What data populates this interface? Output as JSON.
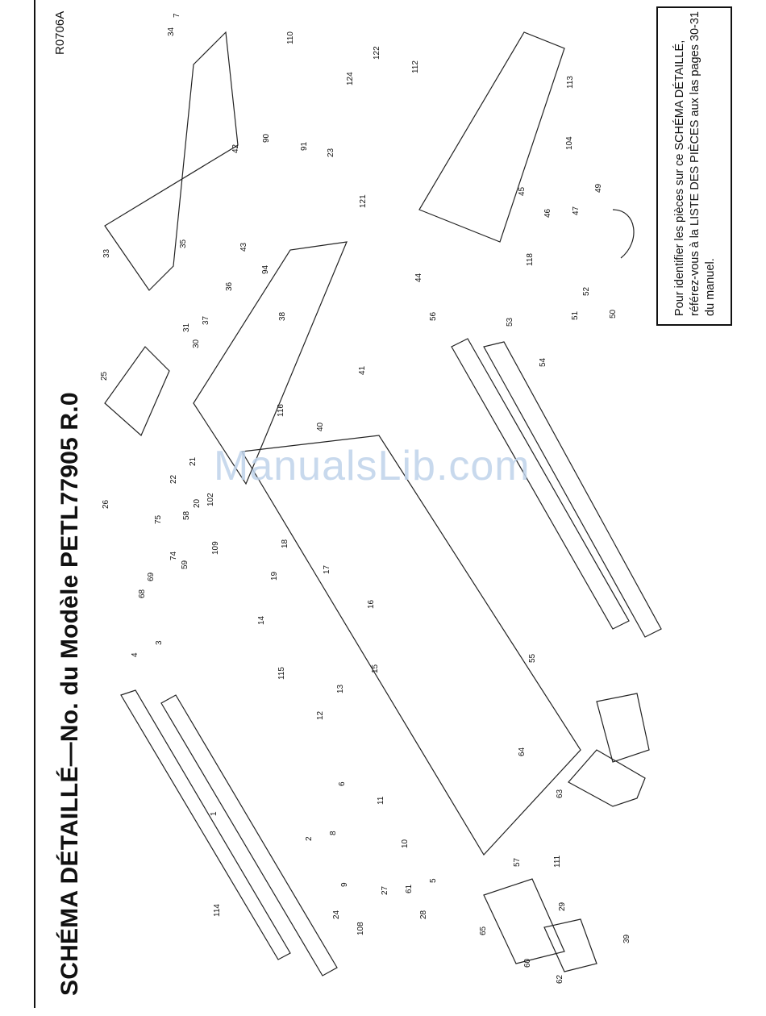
{
  "title": "SCHÉMA DÉTAILLÉ—No. du Modèle PETL77905 R.0",
  "drawing_code": "R0706A",
  "note": "Pour identifier les pièces sur ce SCHÉMA DÉTAILLÉ, référez-vous à la LISTE DES PIÈCES aux las pages 30-31 du manuel.",
  "watermark": "ManualsLib.com",
  "part_labels": [
    "1",
    "2",
    "3",
    "4",
    "5",
    "6",
    "7",
    "8",
    "9",
    "10",
    "11",
    "12",
    "13",
    "14",
    "15",
    "16",
    "17",
    "18",
    "19",
    "20",
    "21",
    "22",
    "23",
    "24",
    "25",
    "26",
    "27",
    "28",
    "29",
    "30",
    "31",
    "33",
    "34",
    "35",
    "36",
    "37",
    "38",
    "39",
    "40",
    "41",
    "42",
    "43",
    "44",
    "45",
    "46",
    "47",
    "49",
    "50",
    "51",
    "52",
    "53",
    "54",
    "55",
    "56",
    "57",
    "58",
    "59",
    "60",
    "61",
    "62",
    "63",
    "64",
    "65",
    "68",
    "69",
    "74",
    "75",
    "90",
    "91",
    "94",
    "102",
    "104",
    "108",
    "109",
    "110",
    "111",
    "112",
    "113",
    "114",
    "115",
    "116",
    "118",
    "121",
    "122",
    "124"
  ]
}
